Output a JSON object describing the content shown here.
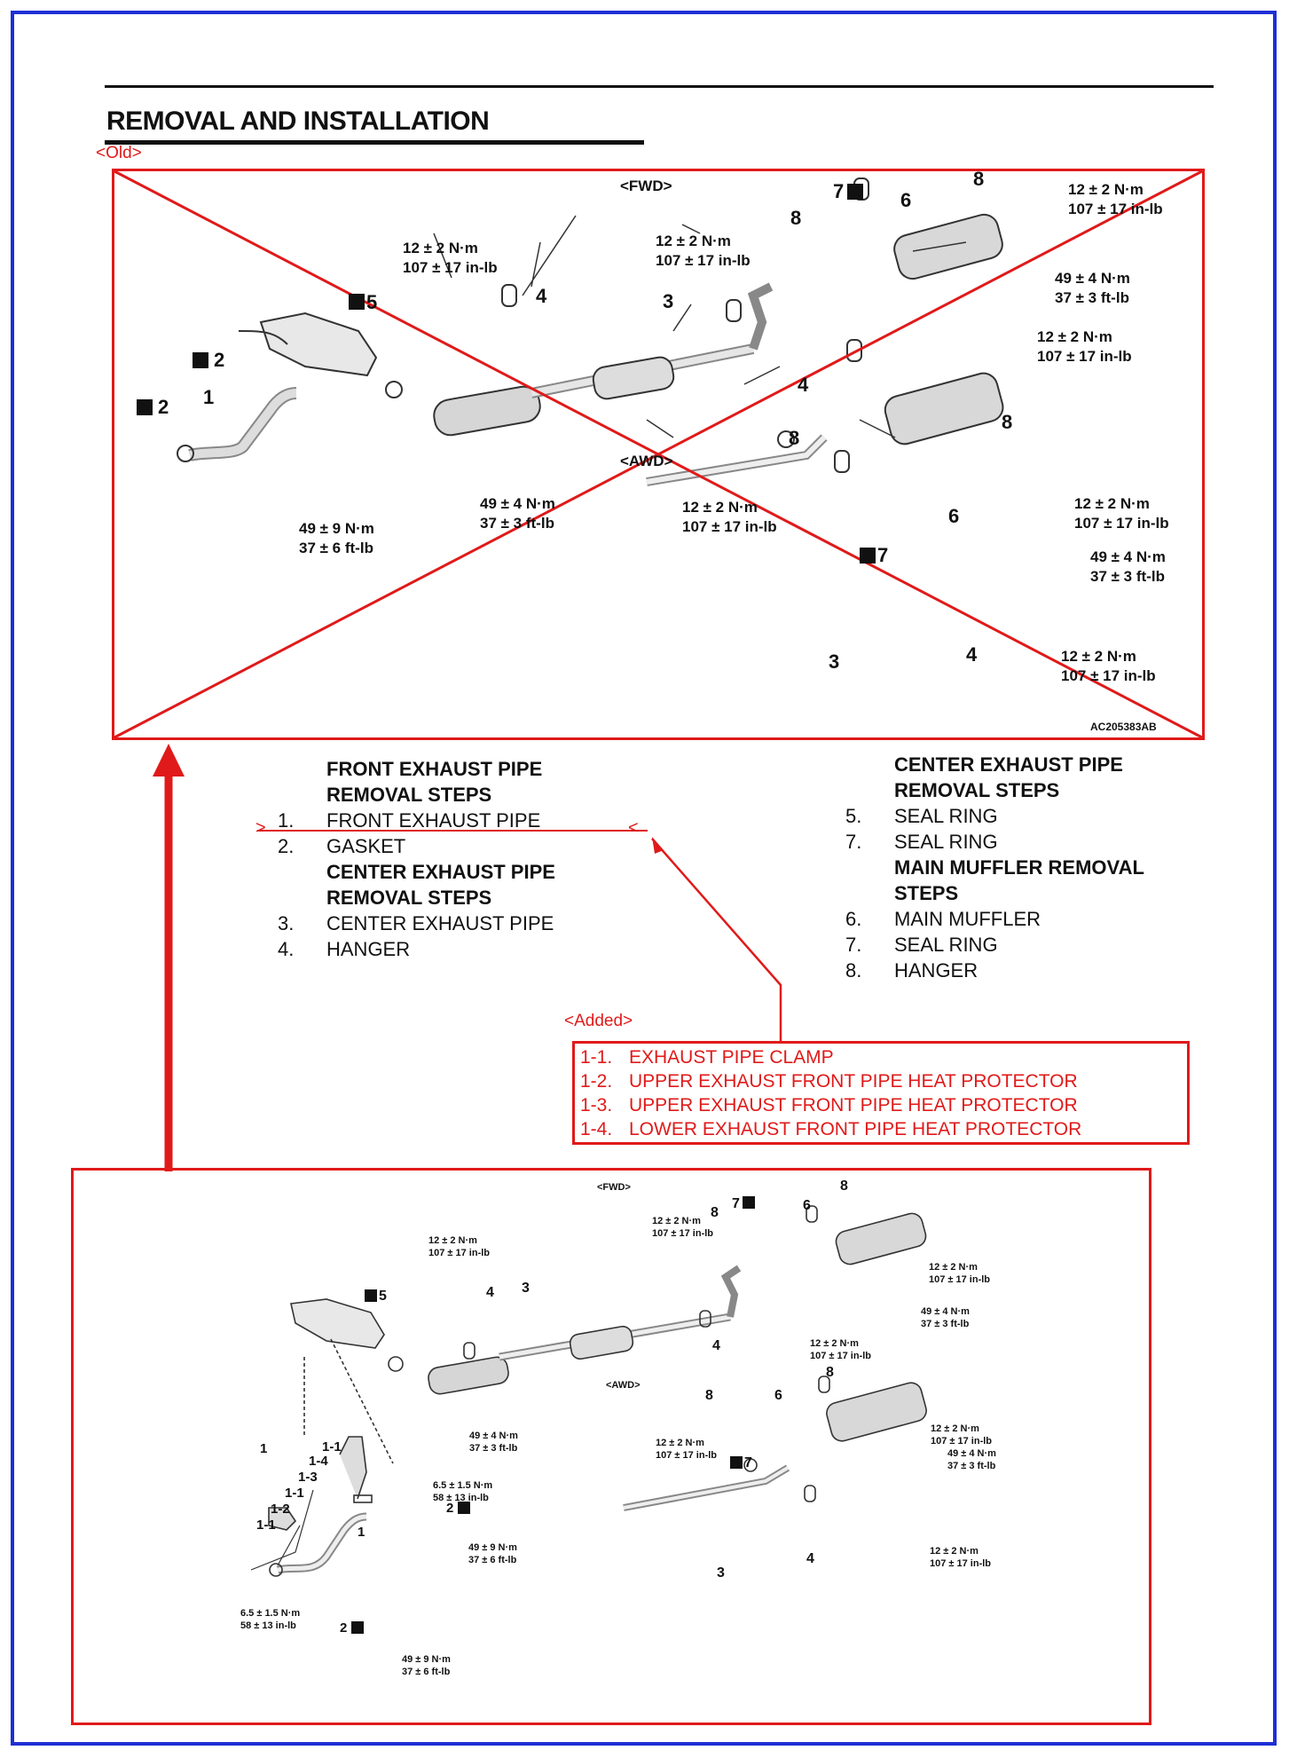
{
  "page": {
    "title": "REMOVAL AND INSTALLATION",
    "old_tag": "<Old>",
    "added_tag": "<Added>",
    "strike_left_marker": ">",
    "strike_right_marker": "<"
  },
  "old_diagram": {
    "fwd_label": "<FWD>",
    "awd_label": "<AWD>",
    "code": "AC205383AB",
    "callouts": {
      "n1": "1",
      "n2a": "2",
      "n2b": "2",
      "n3": "3",
      "n4": "4",
      "n5": "5",
      "n6": "6",
      "n7": "7",
      "n8": "8",
      "n3b": "3",
      "n4b": "4",
      "n4c": "4",
      "n6b": "6",
      "n7b": "7",
      "n8b": "8",
      "n8c": "8",
      "n8d": "8"
    },
    "torques": {
      "t1": "12 ± 2 N·m",
      "t1b": "107 ± 17 in-lb",
      "t2": "12 ± 2 N·m",
      "t2b": "107 ± 17 in-lb",
      "t3": "12 ± 2 N·m",
      "t3b": "107 ± 17 in-lb",
      "t4": "49 ± 4 N·m",
      "t4b": "37 ± 3 ft-lb",
      "t5": "12 ± 2 N·m",
      "t5b": "107 ± 17 in-lb",
      "t6": "49 ± 9 N·m",
      "t6b": "37 ± 6 ft-lb",
      "t7": "49 ± 4 N·m",
      "t7b": "37 ± 3 ft-lb",
      "t8": "12 ± 2 N·m",
      "t8b": "107 ± 17 in-lb",
      "t9": "12 ± 2 N·m",
      "t9b": "107 ± 17 in-lb",
      "t10": "49 ± 4 N·m",
      "t10b": "37 ± 3 ft-lb",
      "t11": "12 ± 2 N·m",
      "t11b": "107 ± 17 in-lb"
    }
  },
  "steps_left": {
    "h1": "FRONT EXHAUST PIPE",
    "h2": "REMOVAL STEPS",
    "items1": [
      {
        "num": "1.",
        "label": "FRONT EXHAUST PIPE"
      },
      {
        "num": "2.",
        "label": "GASKET"
      }
    ],
    "h3": "CENTER EXHAUST PIPE",
    "h4": "REMOVAL STEPS",
    "items2": [
      {
        "num": "3.",
        "label": "CENTER EXHAUST PIPE"
      },
      {
        "num": "4.",
        "label": "HANGER"
      }
    ]
  },
  "steps_right": {
    "h1": "CENTER EXHAUST PIPE",
    "h2": "REMOVAL STEPS",
    "items1": [
      {
        "num": "5.",
        "label": "SEAL RING"
      },
      {
        "num": "7.",
        "label": "SEAL RING"
      }
    ],
    "h3": "MAIN MUFFLER REMOVAL",
    "h4": "STEPS",
    "items2": [
      {
        "num": "6.",
        "label": "MAIN MUFFLER"
      },
      {
        "num": "7.",
        "label": "SEAL RING"
      },
      {
        "num": "8.",
        "label": "HANGER"
      }
    ]
  },
  "added_items": [
    {
      "num": "1-1.",
      "label": "EXHAUST PIPE CLAMP"
    },
    {
      "num": "1-2.",
      "label": "UPPER EXHAUST FRONT PIPE HEAT PROTECTOR"
    },
    {
      "num": "1-3.",
      "label": "UPPER EXHAUST FRONT PIPE HEAT PROTECTOR"
    },
    {
      "num": "1-4.",
      "label": "LOWER EXHAUST FRONT PIPE HEAT PROTECTOR"
    }
  ],
  "new_diagram": {
    "fwd_label": "<FWD>",
    "awd_label": "<AWD>",
    "callouts": {
      "a1": "1",
      "a1b": "1",
      "a11": "1-1",
      "a11b": "1-1",
      "a11c": "1-1",
      "a12": "1-2",
      "a13": "1-3",
      "a14": "1-4",
      "a2": "2",
      "a2b": "2",
      "a3": "3",
      "a3b": "3",
      "a4": "4",
      "a4b": "4",
      "a4c": "4",
      "a5": "5",
      "a6": "6",
      "a6b": "6",
      "a7": "7",
      "a7b": "7",
      "a8": "8",
      "a8b": "8",
      "a8c": "8",
      "a8d": "8"
    },
    "torques": {
      "s1": "12 ± 2 N·m",
      "s1b": "107 ± 17 in-lb",
      "s2": "12 ± 2 N·m",
      "s2b": "107 ± 17 in-lb",
      "s3": "12 ± 2 N·m",
      "s3b": "107 ± 17 in-lb",
      "s4": "49 ± 4 N·m",
      "s4b": "37 ± 3 ft-lb",
      "s5": "12 ± 2 N·m",
      "s5b": "107 ± 17 in-lb",
      "s6": "49 ± 4 N·m",
      "s6b": "37 ± 3 ft-lb",
      "s7": "12 ± 2 N·m",
      "s7b": "107 ± 17 in-lb",
      "s8": "12 ± 2 N·m",
      "s8b": "107 ± 17 in-lb",
      "s9": "49 ± 4 N·m",
      "s9b": "37 ± 3 ft-lb",
      "s10": "6.5 ± 1.5 N·m",
      "s10b": "58 ± 13 in-lb",
      "s11": "49 ± 9 N·m",
      "s11b": "37 ± 6 ft-lb",
      "s12": "6.5 ± 1.5 N·m",
      "s12b": "58 ± 13 in-lb",
      "s13": "49 ± 9 N·m",
      "s13b": "37 ± 6 ft-lb",
      "s14": "12 ± 2 N·m",
      "s14b": "107 ± 17 in-lb"
    }
  },
  "colors": {
    "frame": "#1e2fd6",
    "markup": "#e01a1a"
  }
}
